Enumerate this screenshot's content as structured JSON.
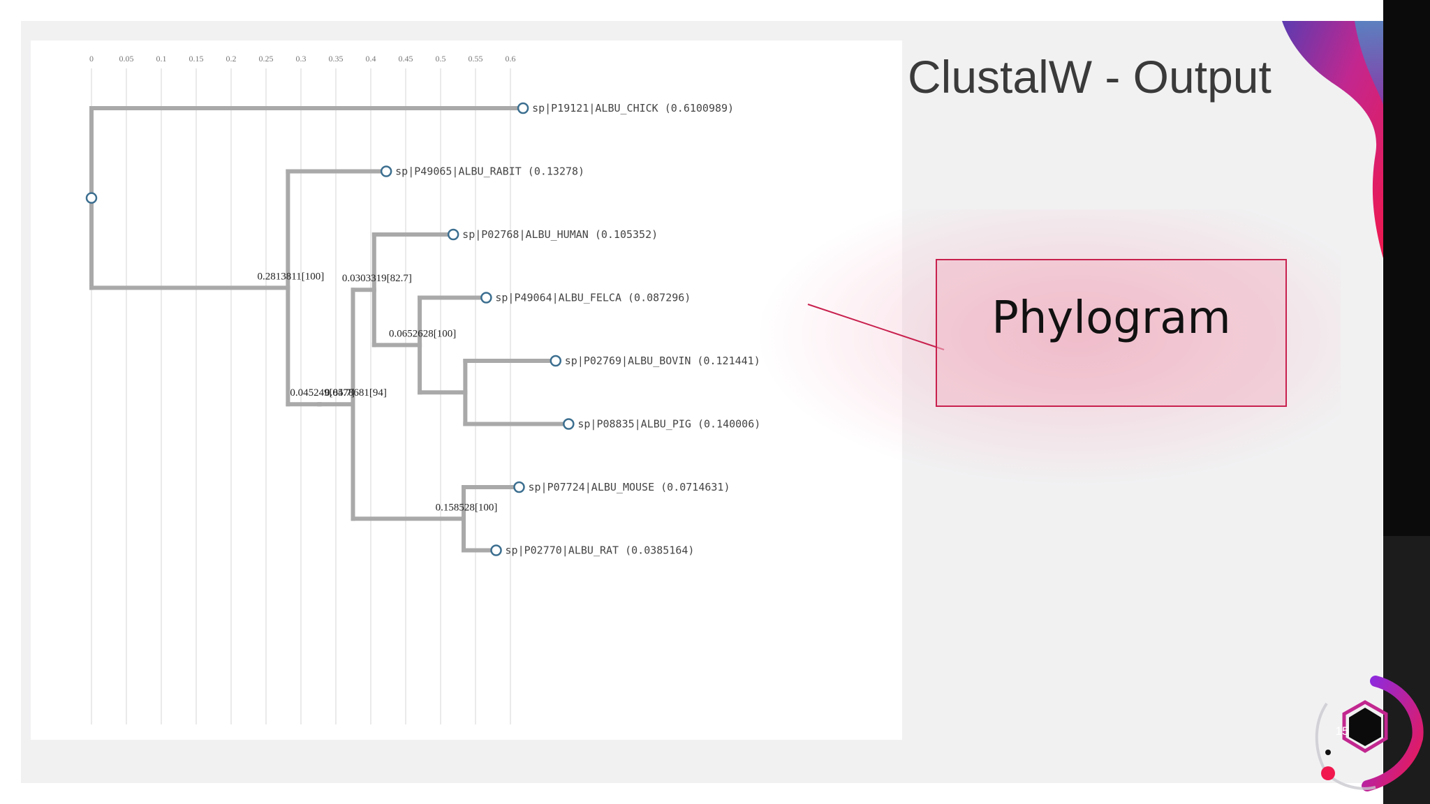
{
  "slide": {
    "title": "ClustalW - Output",
    "callout_label": "Phylogram",
    "page_number": "15"
  },
  "colors": {
    "accent": "#c8204e",
    "branch": "#a9a9a9",
    "node": "#3b6e8f"
  },
  "chart_data": {
    "type": "tree",
    "axis_ticks": [
      "0",
      "0.05",
      "0.1",
      "0.15",
      "0.2",
      "0.25",
      "0.3",
      "0.35",
      "0.4",
      "0.45",
      "0.5",
      "0.55",
      "0.6"
    ],
    "xlim": [
      0,
      0.6
    ],
    "grid": true,
    "leaves": [
      {
        "label": "sp|P19121|ALBU_CHICK (0.6100989)",
        "dist": 0.6100989,
        "parent": "root"
      },
      {
        "label": "sp|P49065|ALBU_RABIT (0.13278)",
        "dist": 0.13278,
        "parent": "n1"
      },
      {
        "label": "sp|P02768|ALBU_HUMAN (0.105352)",
        "dist": 0.105352,
        "parent": "n4"
      },
      {
        "label": "sp|P49064|ALBU_FELCA (0.087296)",
        "dist": 0.087296,
        "parent": "n5"
      },
      {
        "label": "sp|P02769|ALBU_BOVIN (0.121441)",
        "dist": 0.121441,
        "parent": "n6"
      },
      {
        "label": "sp|P08835|ALBU_PIG (0.140006)",
        "dist": 0.140006,
        "parent": "n6"
      },
      {
        "label": "sp|P07724|ALBU_MOUSE (0.0714631)",
        "dist": 0.0714631,
        "parent": "n7"
      },
      {
        "label": "sp|P02770|ALBU_RAT (0.0385164)",
        "dist": 0.0385164,
        "parent": "n7"
      }
    ],
    "internal_nodes": [
      {
        "id": "n1",
        "label": "0.2813811[100]",
        "dist": 0.2813811,
        "parent": "root"
      },
      {
        "id": "n2",
        "label": "0.045249[85.7]",
        "dist": 0.045249,
        "parent": "n1"
      },
      {
        "id": "n3",
        "label": "0.0478681[94]",
        "dist": 0.0478681,
        "parent": "n2"
      },
      {
        "id": "n4",
        "label": "0.0303319[82.7]",
        "dist": 0.0303319,
        "parent": "n3"
      },
      {
        "id": "n5",
        "label": "0.0652628[100]",
        "dist": 0.0652628,
        "parent": "n4"
      },
      {
        "id": "n6",
        "label": "",
        "dist": 0.0652628,
        "parent": "n5"
      },
      {
        "id": "n7",
        "label": "0.158528[100]",
        "dist": 0.158528,
        "parent": "n3"
      }
    ]
  }
}
